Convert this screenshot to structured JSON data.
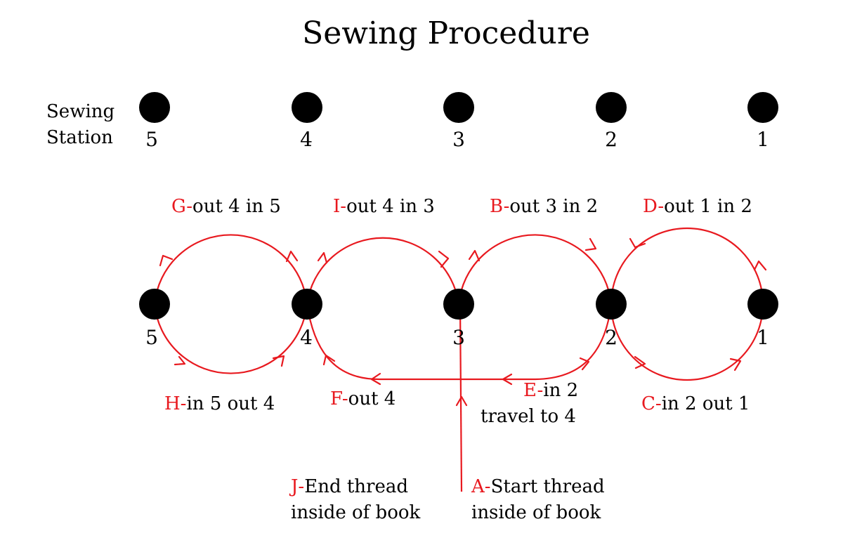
{
  "title": "Sewing Procedure",
  "station_label_line1": "Sewing",
  "station_label_line2": "Station",
  "top_numbers": [
    "5",
    "4",
    "3",
    "2",
    "1"
  ],
  "bottom_numbers": [
    "5",
    "4",
    "3",
    "2",
    "1"
  ],
  "steps": {
    "G": {
      "letter": "G-",
      "text": "out 4 in 5"
    },
    "I": {
      "letter": "I-",
      "text": "out 4 in 3"
    },
    "B": {
      "letter": "B-",
      "text": "out 3 in 2"
    },
    "D": {
      "letter": "D-",
      "text": "out 1 in 2"
    },
    "H": {
      "letter": "H-",
      "text": "in 5 out 4"
    },
    "F": {
      "letter": "F-",
      "text": "out 4"
    },
    "E": {
      "letter": "E-",
      "text": "in 2",
      "line2": "travel to 4"
    },
    "C": {
      "letter": "C-",
      "text": "in 2 out 1"
    },
    "J": {
      "letter": "J-",
      "text": "End thread",
      "line2": "inside of book"
    },
    "A": {
      "letter": "A-",
      "text": "Start thread",
      "line2": "inside of book"
    }
  },
  "colors": {
    "accent": "#e8191f",
    "dot": "#000000"
  }
}
